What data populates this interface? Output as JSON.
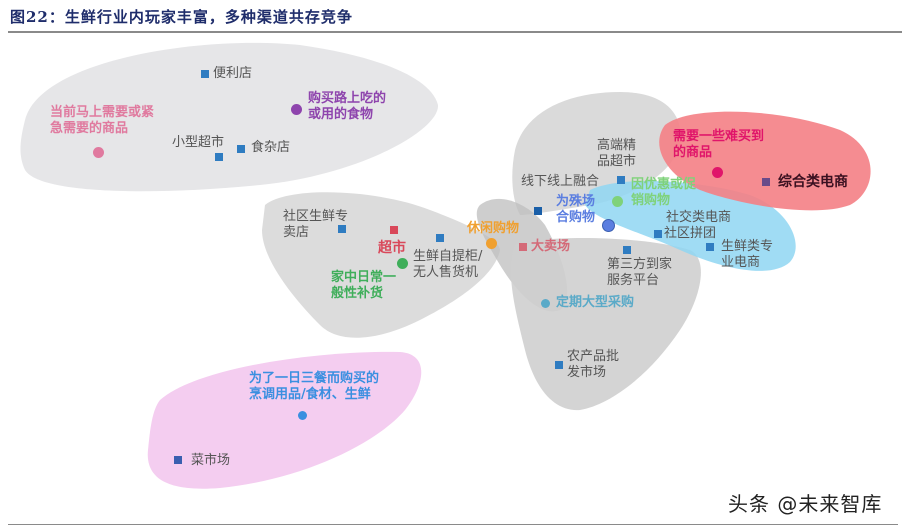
{
  "title": "图22：生鲜行业内玩家丰富，多种渠道共存竞争",
  "watermark": "头条 @未来智库",
  "colors": {
    "title": "#1f2d6b",
    "store_marker": "#2f7cc1",
    "gray_region": "#dcdcdc",
    "red_region": "#f47f85",
    "blue_region": "#8fd6f2",
    "pink_region": "#f4cdf0"
  },
  "regions": [
    {
      "name": "convenience-region",
      "color": "#e4e4e6"
    },
    {
      "name": "community-region",
      "color": "#dadada"
    },
    {
      "name": "hybrid-region",
      "color": "#d9d9d9"
    },
    {
      "name": "ecommerce-region",
      "color": "#f47f85"
    },
    {
      "name": "social-ecommerce-region",
      "color": "#8fd6f2"
    },
    {
      "name": "wholesale-region",
      "color": "#c9c9c9"
    },
    {
      "name": "daily-meal-region",
      "color": "#f4cdf0"
    }
  ],
  "stores": {
    "convenience": "便利店",
    "small_supermarket": "小型超市",
    "grocery": "食杂店",
    "community_fresh": "社区生鲜专\n卖店",
    "supermarket": "超市",
    "fresh_locker": "生鲜自提柜/\n无人售货机",
    "hypermarket": "大卖场",
    "premium_supermarket": "高端精\n品超市",
    "online_offline": "线下线上融合",
    "third_party": "第三方到家\n服务平台",
    "social_ecommerce": "社交类电商",
    "community_group": "社区拼团",
    "fresh_ecommerce": "生鲜类专\n业电商",
    "general_ecommerce": "综合类电商",
    "wholesale_market": "农产品批\n发市场",
    "wet_market": "菜市场"
  },
  "needs": {
    "urgent": {
      "text": "当前马上需要或紧\n急需要的商品",
      "color": "#e07a9f"
    },
    "on_the_way": {
      "text": "购买路上吃的\n或用的食物",
      "color": "#8e44ad"
    },
    "daily_restock": {
      "text": "家中日常一\n般性补货",
      "color": "#3fae5a"
    },
    "leisure": {
      "text": "休闲购物",
      "color": "#f0a030"
    },
    "special_occasion": {
      "text": "为殊场\n合购物",
      "color": "#5b7ee0"
    },
    "promotion": {
      "text": "因优惠或促\n销购物",
      "color": "#7fd27a"
    },
    "hard_to_buy": {
      "text": "需要一些难买到\n的商品",
      "color": "#e0156a"
    },
    "bulk": {
      "text": "定期大型采购",
      "color": "#5aaac8"
    },
    "three_meals": {
      "text": "为了一日三餐而购买的\n烹调用品/食材、生鲜",
      "color": "#3a8fe0"
    }
  }
}
